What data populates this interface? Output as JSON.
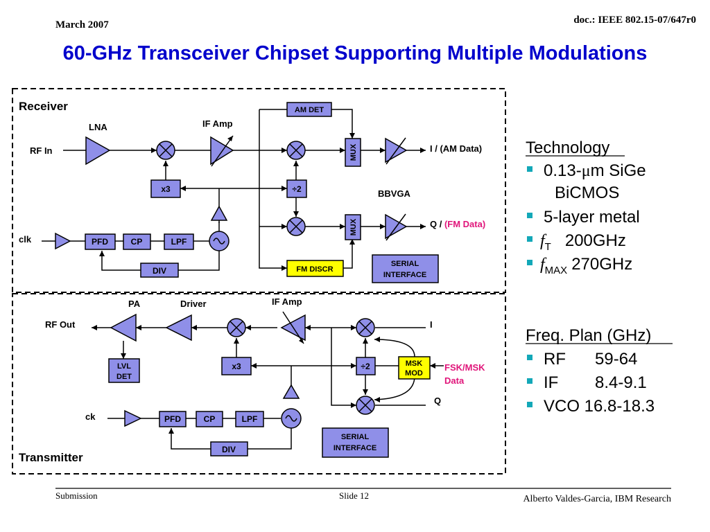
{
  "header": {
    "date": "March 2007",
    "doc_id": "doc.: IEEE 802.15-07/647r0",
    "title": "60-GHz Transceiver Chipset Supporting Multiple Modulations"
  },
  "colors": {
    "title": "#0000cc",
    "block_fill": "#8f8fe8",
    "highlight_fill": "#ffff00",
    "accent_pink": "#e0157a",
    "bullet": "#13a8b8"
  },
  "receiver": {
    "section_label": "Receiver",
    "rf_in": "RF In",
    "lna": "LNA",
    "if_amp": "IF Amp",
    "am_det": "AM DET",
    "mux": "MUX",
    "x3": "x3",
    "div2": "÷2",
    "bbvga": "BBVGA",
    "clk": "clk",
    "pfd": "PFD",
    "cp": "CP",
    "lpf": "LPF",
    "div": "DIV",
    "fm_discr": "FM DISCR",
    "serial_1": "SERIAL",
    "serial_2": "INTERFACE",
    "out_i": "I / (AM Data)",
    "out_q_prefix": "Q / ",
    "out_q_fm": "(FM Data)"
  },
  "transmitter": {
    "section_label": "Transmitter",
    "pa": "PA",
    "driver": "Driver",
    "if_amp": "IF Amp",
    "rf_out": "RF Out",
    "lvl_1": "LVL",
    "lvl_2": "DET",
    "x3": "x3",
    "div2": "÷2",
    "msk_1": "MSK",
    "msk_2": "MOD",
    "fsk_1": "FSK/MSK",
    "fsk_2": "Data",
    "i_label": "I",
    "q_label": "Q",
    "ck": "ck",
    "pfd": "PFD",
    "cp": "CP",
    "lpf": "LPF",
    "div": "DIV",
    "serial_1": "SERIAL",
    "serial_2": "INTERFACE"
  },
  "technology": {
    "heading": "Technology",
    "node_prefix": "0.13-",
    "node_mu": "μ",
    "node_rest": "m SiGe",
    "node_line2": "BiCMOS",
    "metal": "5-layer metal",
    "ft_f": "f",
    "ft_sub": "T",
    "ft_value": "200GHz",
    "fmax_f": "f",
    "fmax_sub": "MAX",
    "fmax_value": "270GHz"
  },
  "freq_plan": {
    "heading": "Freq. Plan (GHz)",
    "rows": [
      {
        "name": "RF",
        "value": "59-64"
      },
      {
        "name": "IF",
        "value": "8.4-9.1"
      }
    ],
    "vco": "VCO 16.8-18.3"
  },
  "footer": {
    "submission": "Submission",
    "slide": "Slide 12",
    "author": "Alberto Valdes-Garcia, IBM Research"
  }
}
